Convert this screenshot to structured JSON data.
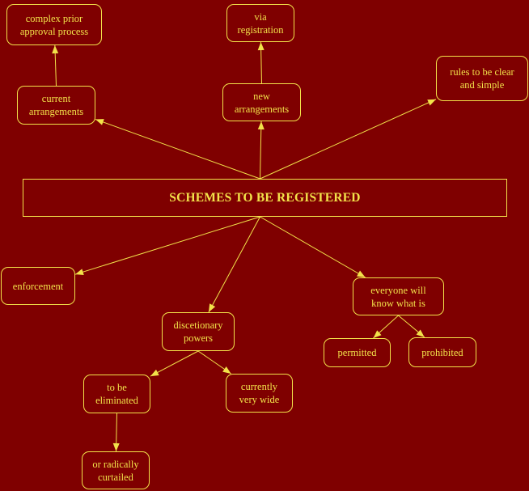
{
  "diagram": {
    "colors": {
      "background": "#7f0000",
      "foreground": "#f2e24a"
    },
    "root": {
      "label": "SCHEMES TO BE REGISTERED"
    },
    "nodes": {
      "complex_prior_approval_process": "complex prior\napproval process",
      "via_registration": "via\nregistration",
      "current_arrangements": "current\narrangements",
      "new_arrangements": "new\narrangements",
      "rules_clear_simple": "rules to be clear\nand simple",
      "enforcement": "enforcement",
      "everyone_will_know": "everyone will\nknow what is",
      "discretionary_powers": "discetionary\npowers",
      "permitted": "permitted",
      "prohibited": "prohibited",
      "to_be_eliminated": "to be\neliminated",
      "currently_very_wide": "currently\nvery wide",
      "radically_curtailed": "or radically\ncurtailed"
    },
    "edges": [
      {
        "from": "root",
        "to": "current_arrangements"
      },
      {
        "from": "root",
        "to": "new_arrangements"
      },
      {
        "from": "root",
        "to": "rules_clear_simple"
      },
      {
        "from": "current_arrangements",
        "to": "complex_prior_approval_process"
      },
      {
        "from": "new_arrangements",
        "to": "via_registration"
      },
      {
        "from": "root",
        "to": "enforcement"
      },
      {
        "from": "root",
        "to": "discretionary_powers"
      },
      {
        "from": "root",
        "to": "everyone_will_know"
      },
      {
        "from": "everyone_will_know",
        "to": "permitted"
      },
      {
        "from": "everyone_will_know",
        "to": "prohibited"
      },
      {
        "from": "discretionary_powers",
        "to": "to_be_eliminated"
      },
      {
        "from": "discretionary_powers",
        "to": "currently_very_wide"
      },
      {
        "from": "to_be_eliminated",
        "to": "radically_curtailed"
      }
    ]
  }
}
